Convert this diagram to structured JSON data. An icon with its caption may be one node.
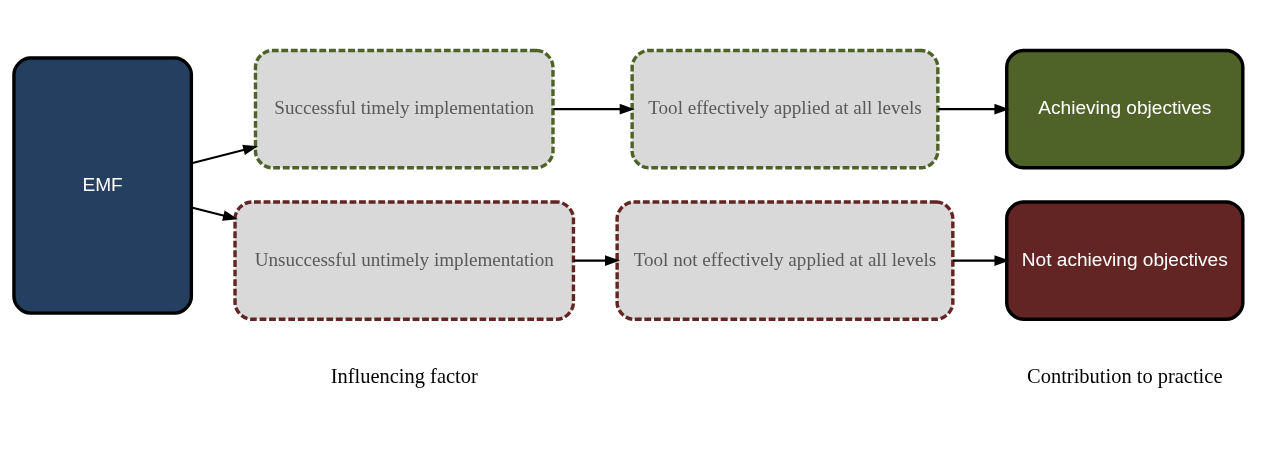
{
  "diagram": {
    "nodes": [
      {
        "text": [
          "EMF"
        ]
      },
      {
        "text": [
          "Successful timely implementation"
        ]
      },
      {
        "text": [
          "Tool effectively applied at all levels"
        ]
      },
      {
        "text": [
          "Achieving objectives"
        ]
      },
      {
        "text": [
          "Unsuccessful untimely implementation"
        ]
      },
      {
        "text": [
          "Tool not effectively applied at all levels"
        ]
      },
      {
        "text": [
          "Not achieving objectives"
        ]
      }
    ],
    "edges": [
      {
        "from": 0,
        "to": 1,
        "arrow": "to"
      },
      {
        "from": 0,
        "to": 4,
        "arrow": "to"
      },
      {
        "from": 1,
        "to": 2,
        "arrow": "to"
      },
      {
        "from": 2,
        "to": 3,
        "arrow": "to"
      },
      {
        "from": 4,
        "to": 5,
        "arrow": "to"
      },
      {
        "from": 5,
        "to": 6,
        "arrow": "to"
      }
    ],
    "labels": [
      "Influencing factor",
      "Contribution to practice"
    ]
  }
}
